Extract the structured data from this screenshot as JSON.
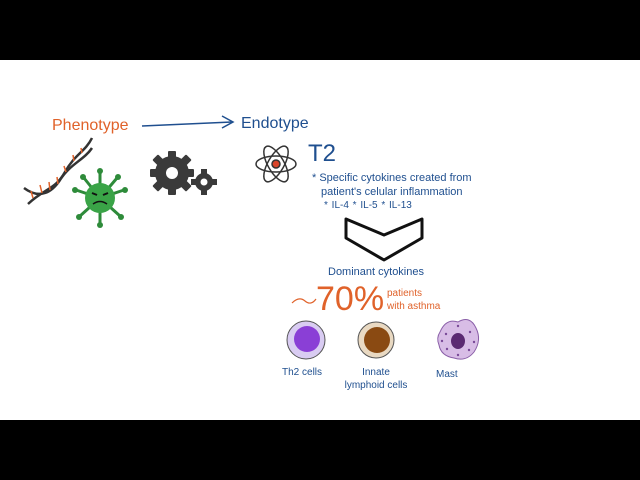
{
  "slide": {
    "phenotype": "Phenotype",
    "endotype": "Endotype",
    "t2_title": "T2",
    "t2_desc_line1": "* Specific cytokines created from",
    "t2_desc_line2": "patient's celular inflammation",
    "interleukins": "* IL-4   * IL-5   * IL-13",
    "dominant": "Dominant cytokines",
    "percentage": "70%",
    "patients_line1": "patients",
    "patients_line2": "with asthma",
    "cells": {
      "th2": "Th2 cells",
      "ilc": "Innate lymphoid cells",
      "mast": "Mast"
    }
  },
  "colors": {
    "orange": "#e0622a",
    "blue": "#1f4f8f",
    "virus_green": "#3aa447",
    "th2_purple": "#8a3fd6",
    "ilc_brown": "#8a4a12",
    "mast_purple": "#a46fb8"
  },
  "icons": {
    "dna": "dna-helix-icon",
    "virus": "virus-icon",
    "gears": "gears-icon",
    "atom": "atom-icon",
    "chevron": "chevron-down-icon"
  }
}
